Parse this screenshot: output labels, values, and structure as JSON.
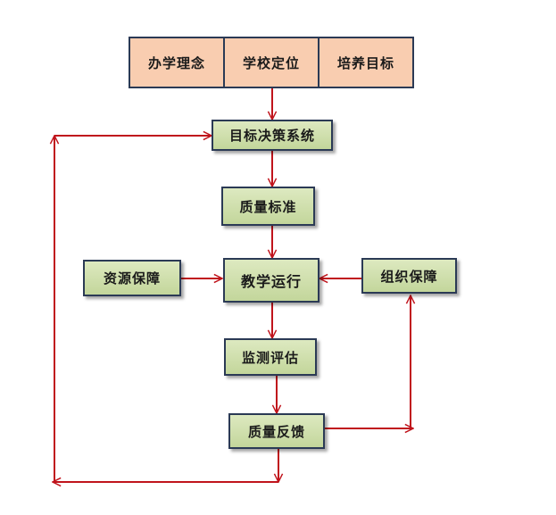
{
  "diagram": {
    "top_row": [
      "办学理念",
      "学校定位",
      "培养目标"
    ],
    "boxes": {
      "goal_decision": "目标决策系统",
      "quality_standard": "质量标准",
      "resource_guarantee": "资源保障",
      "teaching_operation": "教学运行",
      "organization_guarantee": "组织保障",
      "monitoring_evaluation": "监测评估",
      "quality_feedback": "质量反馈"
    },
    "colors": {
      "top_cell_fill": "#f9cdb0",
      "box_fill": "#c3d69b",
      "border": "#2b3a55",
      "arrow": "#c0141c"
    }
  }
}
